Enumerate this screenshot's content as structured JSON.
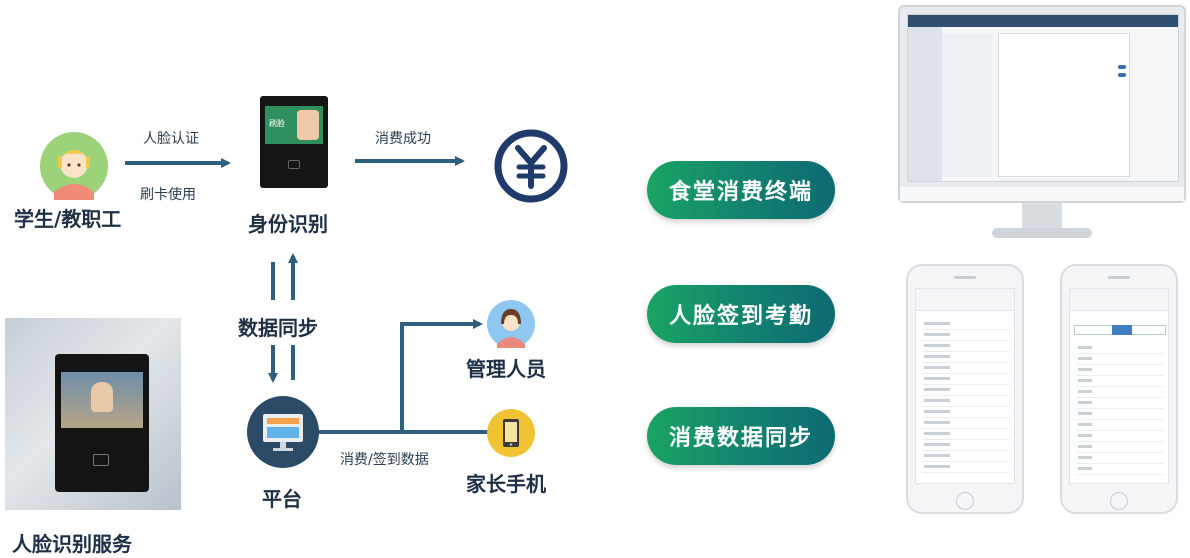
{
  "nodes": {
    "student": "学生/教职工",
    "identity": "身份识别",
    "platform": "平台",
    "manager": "管理人员",
    "parent_phone": "家长手机",
    "face_service": "人脸识别服务"
  },
  "edges": {
    "face_auth": "人脸认证",
    "card_use": "刷卡使用",
    "pay_success": "消费成功",
    "data_sync": "数据同步",
    "consume_checkin_data": "消费/签到数据"
  },
  "features": [
    "食堂消费终端",
    "人脸签到考勤",
    "消费数据同步"
  ],
  "device": {
    "face_screen_text": "刷脸"
  },
  "colors": {
    "pill_start": "#1aa463",
    "pill_end": "#0d6a72",
    "arrow": "#2f5f7f",
    "yen": "#1f3a6b"
  }
}
